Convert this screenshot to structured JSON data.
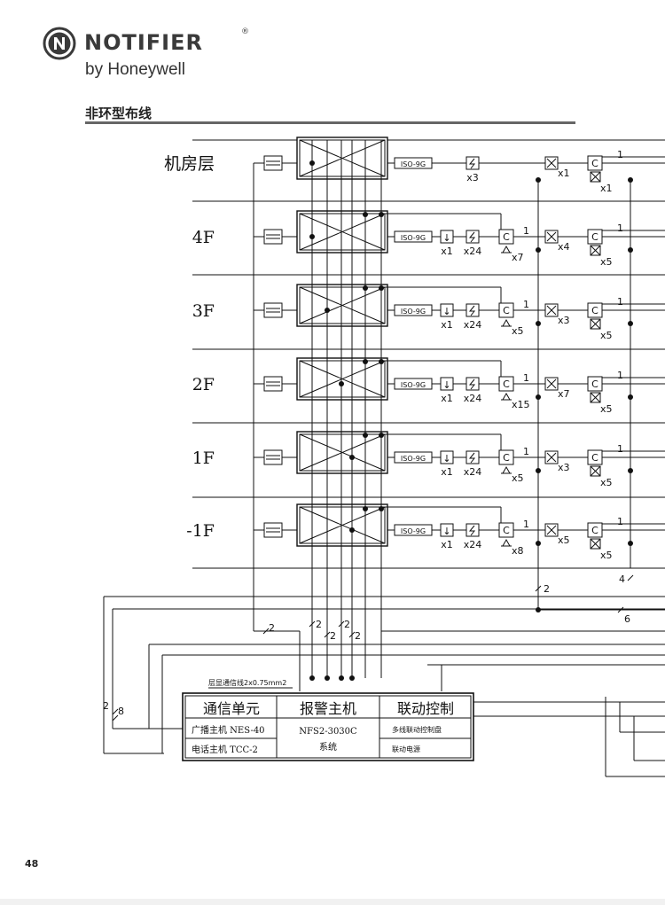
{
  "header": {
    "brand": "NOTIFIER",
    "registered_mark": "®",
    "subtitle": "by Honeywell",
    "section_title": "非环型布线",
    "page_number": "48"
  },
  "floors": [
    {
      "label": "机房层",
      "devices": [
        {
          "type": "iso",
          "label": "ISO-9G"
        },
        {
          "type": "heat",
          "count": "x3"
        },
        {
          "type": "beam",
          "count": "x1"
        },
        {
          "type": "module",
          "count": "x1",
          "tag": "1"
        }
      ]
    },
    {
      "label": "4F",
      "devices": [
        {
          "type": "iso",
          "label": "ISO-9G"
        },
        {
          "type": "manual",
          "count": "x1"
        },
        {
          "type": "heat",
          "count": "x24"
        },
        {
          "type": "speaker",
          "count": "x7",
          "tag": "1"
        },
        {
          "type": "beam",
          "count": "x4"
        },
        {
          "type": "module",
          "count": "x5",
          "tag": "1"
        }
      ]
    },
    {
      "label": "3F",
      "devices": [
        {
          "type": "iso",
          "label": "ISO-9G"
        },
        {
          "type": "manual",
          "count": "x1"
        },
        {
          "type": "heat",
          "count": "x24"
        },
        {
          "type": "speaker",
          "count": "x5",
          "tag": "1"
        },
        {
          "type": "beam",
          "count": "x3"
        },
        {
          "type": "module",
          "count": "x5",
          "tag": "1"
        }
      ]
    },
    {
      "label": "2F",
      "devices": [
        {
          "type": "iso",
          "label": "ISO-9G"
        },
        {
          "type": "manual",
          "count": "x1"
        },
        {
          "type": "heat",
          "count": "x24"
        },
        {
          "type": "speaker",
          "count": "x15",
          "tag": "1"
        },
        {
          "type": "beam",
          "count": "x7"
        },
        {
          "type": "module",
          "count": "x5",
          "tag": "1"
        }
      ]
    },
    {
      "label": "1F",
      "devices": [
        {
          "type": "iso",
          "label": "ISO-9G"
        },
        {
          "type": "manual",
          "count": "x1"
        },
        {
          "type": "heat",
          "count": "x24"
        },
        {
          "type": "speaker",
          "count": "x5",
          "tag": "1"
        },
        {
          "type": "beam",
          "count": "x3"
        },
        {
          "type": "module",
          "count": "x5",
          "tag": "1"
        }
      ]
    },
    {
      "label": "-1F",
      "devices": [
        {
          "type": "iso",
          "label": "ISO-9G"
        },
        {
          "type": "manual",
          "count": "x1"
        },
        {
          "type": "heat",
          "count": "x24"
        },
        {
          "type": "speaker",
          "count": "x8",
          "tag": "1"
        },
        {
          "type": "beam",
          "count": "x5"
        },
        {
          "type": "module",
          "count": "x5",
          "tag": "1"
        }
      ]
    }
  ],
  "device_symbols": {
    "module_letter": "C",
    "manual_glyph": "↓",
    "heat_glyph": "⚡"
  },
  "wire_counts": {
    "bus_left": "2",
    "bus_a": "2",
    "bus_b": "2",
    "bus_c": "2",
    "bus_d": "2",
    "right_2": "2",
    "right_4": "4",
    "right_6": "6",
    "left_2": "2",
    "left_8": "8"
  },
  "control_table": {
    "note": "层显通信线2x0.75mm2",
    "headers": [
      "通信单元",
      "报警主机",
      "联动控制"
    ],
    "comm_rows": [
      "广播主机 NES-40",
      "电话主机 TCC-2"
    ],
    "panel_name": "NFS2-3030C",
    "panel_suffix": "系统",
    "link_rows": [
      "多线联动控制盘",
      "联动电源"
    ]
  }
}
